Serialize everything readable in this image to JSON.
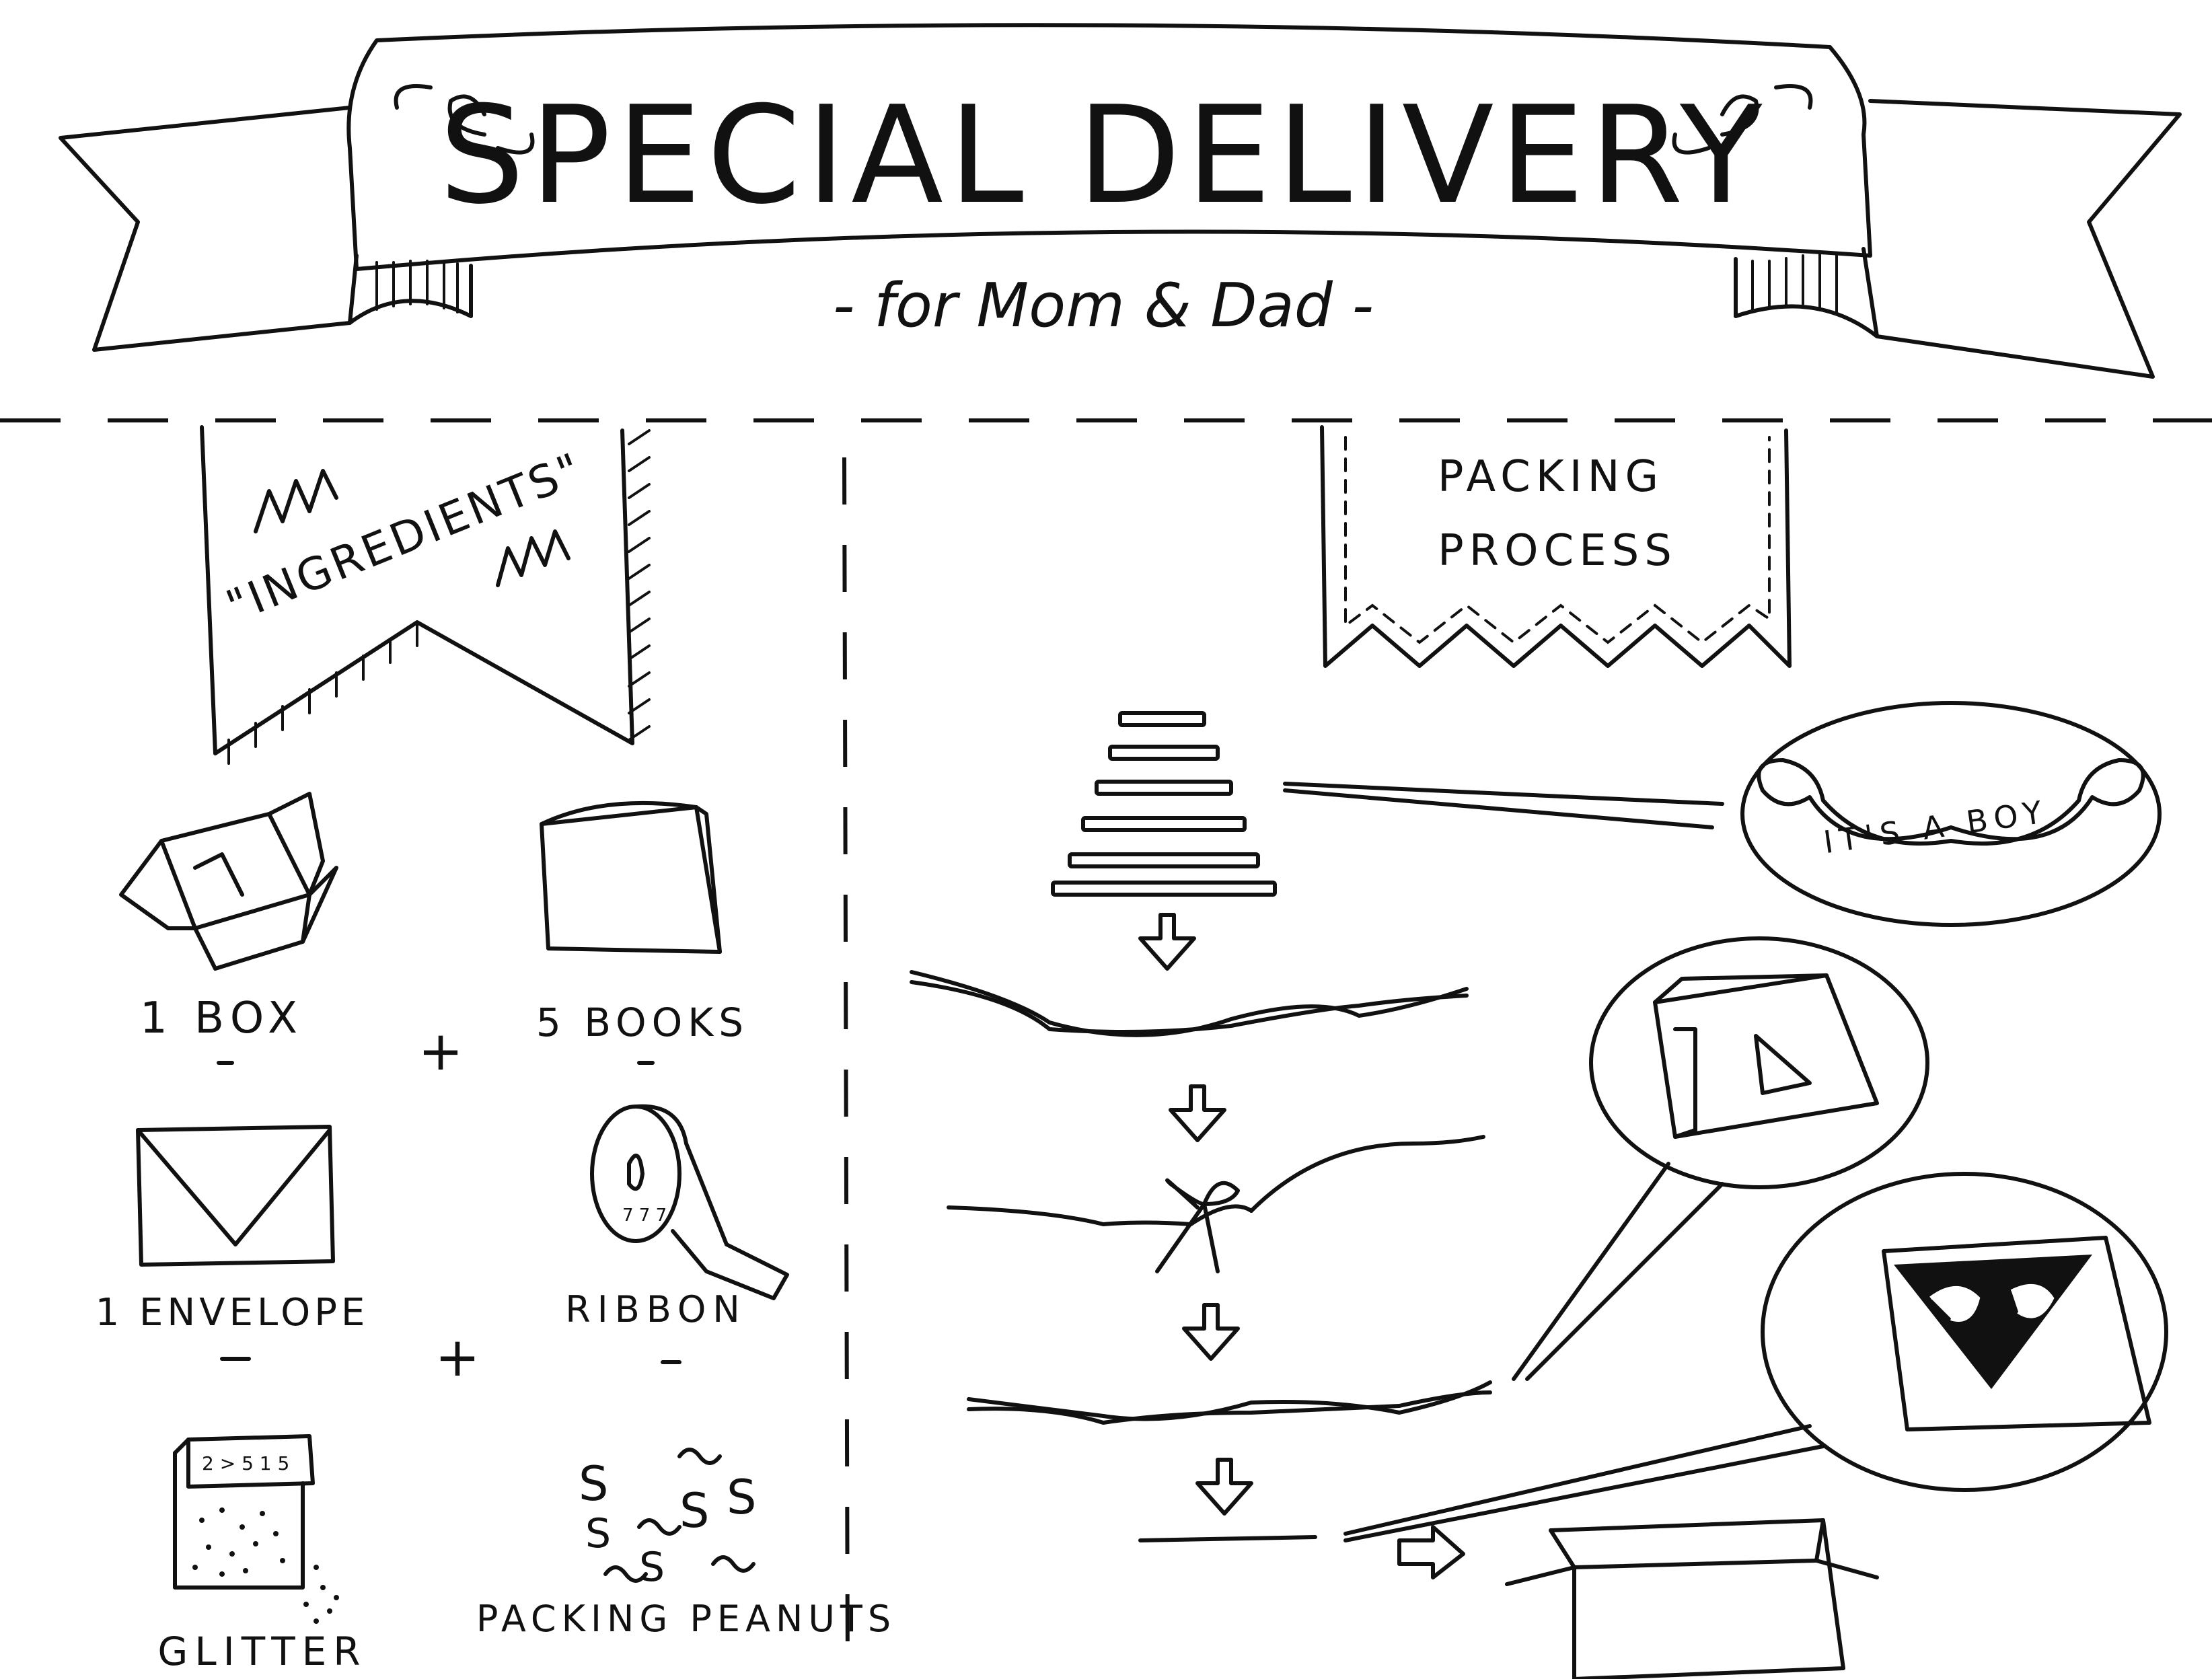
{
  "banner": {
    "title": "SPECIAL DELIVERY",
    "subtitle": "- for Mom & Dad -"
  },
  "ingredients": {
    "heading": "\"INGREDIENTS\"",
    "items": [
      {
        "label": "1 BOX",
        "icon": "box-icon"
      },
      {
        "label": "5 BOOKS",
        "icon": "book-icon"
      },
      {
        "label": "1 ENVELOPE",
        "icon": "envelope-icon"
      },
      {
        "label": "RIBBON",
        "icon": "ribbon-icon"
      },
      {
        "label": "GLITTER",
        "icon": "glitter-icon"
      },
      {
        "label": "PACKING PEANUTS",
        "icon": "packing-peanuts-icon"
      }
    ],
    "plus": "+"
  },
  "packing": {
    "heading_line1": "PACKING",
    "heading_line2": "PROCESS",
    "callout_text": "IT'S A BOY"
  }
}
